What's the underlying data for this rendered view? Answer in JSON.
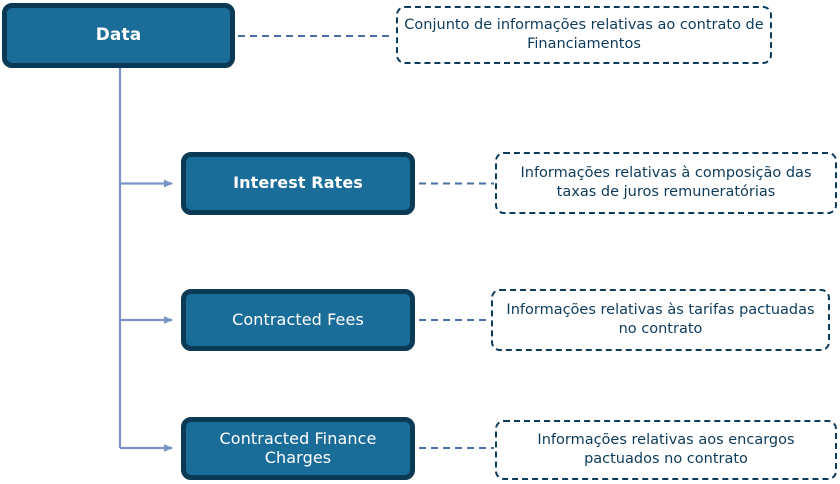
{
  "diagram": {
    "type": "tree",
    "orientation": "left-to-right",
    "colors": {
      "node_fill": "#1b6d99",
      "node_border": "#0b3a56",
      "node_text": "#ffffff",
      "note_border": "#0d3b5c",
      "note_text": "#0d3b5c",
      "note_fill": "#ffffff",
      "connector": "#7b93c9",
      "annotation_link": "#4a6fa5",
      "background": "#ffffff"
    },
    "root": {
      "id": "data",
      "label": "Data",
      "bold": true,
      "note": "Conjunto de informações relativas ao contrato de Financiamentos"
    },
    "children": [
      {
        "id": "interest-rates",
        "label": "Interest Rates",
        "bold": true,
        "note": "Informações relativas à composição das taxas de juros remuneratórias"
      },
      {
        "id": "contracted-fees",
        "label": "Contracted Fees",
        "bold": false,
        "note": "Informações relativas às tarifas pactuadas no contrato"
      },
      {
        "id": "contracted-finance-charges",
        "label": "Contracted Finance Charges",
        "label_line1": "Contracted Finance",
        "label_line2": "Charges",
        "bold": false,
        "note": "Informações relativas aos encargos pactuados no contrato"
      }
    ]
  }
}
